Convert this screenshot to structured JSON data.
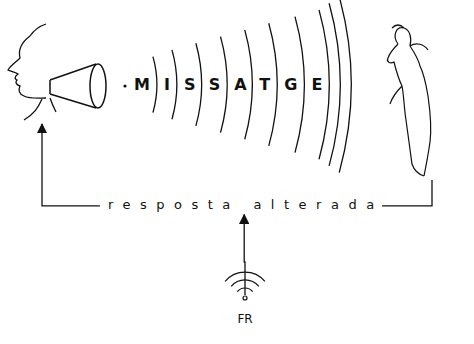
{
  "diagram": {
    "labels": [
      "MISSATGE",
      "resposta alterada",
      "FR"
    ]
  }
}
